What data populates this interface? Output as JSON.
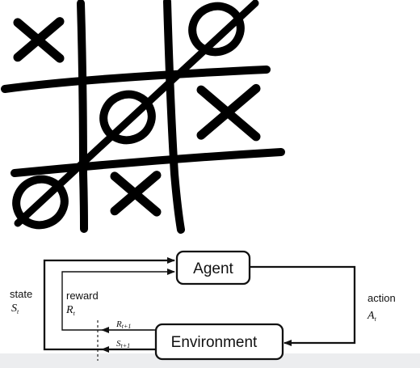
{
  "tictactoe": {
    "marks": [
      "X",
      "",
      "O",
      "",
      "O",
      "X",
      "O",
      "X",
      ""
    ],
    "winning_line": "anti-diagonal"
  },
  "diagram": {
    "agent_label": "Agent",
    "environment_label": "Environment",
    "state_label": "state",
    "state_symbol": "S",
    "state_sub": "t",
    "reward_label": "reward",
    "reward_symbol": "R",
    "reward_sub": "t",
    "action_label": "action",
    "action_symbol": "A",
    "action_sub": "t",
    "next_reward_symbol": "R",
    "next_reward_sub": "t+1",
    "next_state_symbol": "S",
    "next_state_sub": "t+1"
  }
}
